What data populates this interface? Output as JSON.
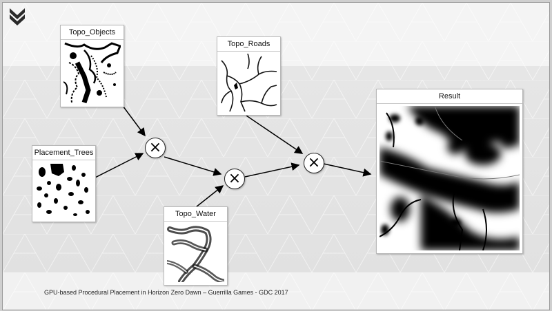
{
  "nodes": {
    "topo_objects": "Topo_Objects",
    "topo_roads": "Topo_Roads",
    "placement_trees": "Placement_Trees",
    "topo_water": "Topo_Water",
    "result": "Result"
  },
  "operator_symbol": "×",
  "footer": "GPU-based Procedural Placement in Horizon Zero Dawn – Guerrilla Games - GDC 2017",
  "logo_icon": "guerrilla-chevron-logo"
}
